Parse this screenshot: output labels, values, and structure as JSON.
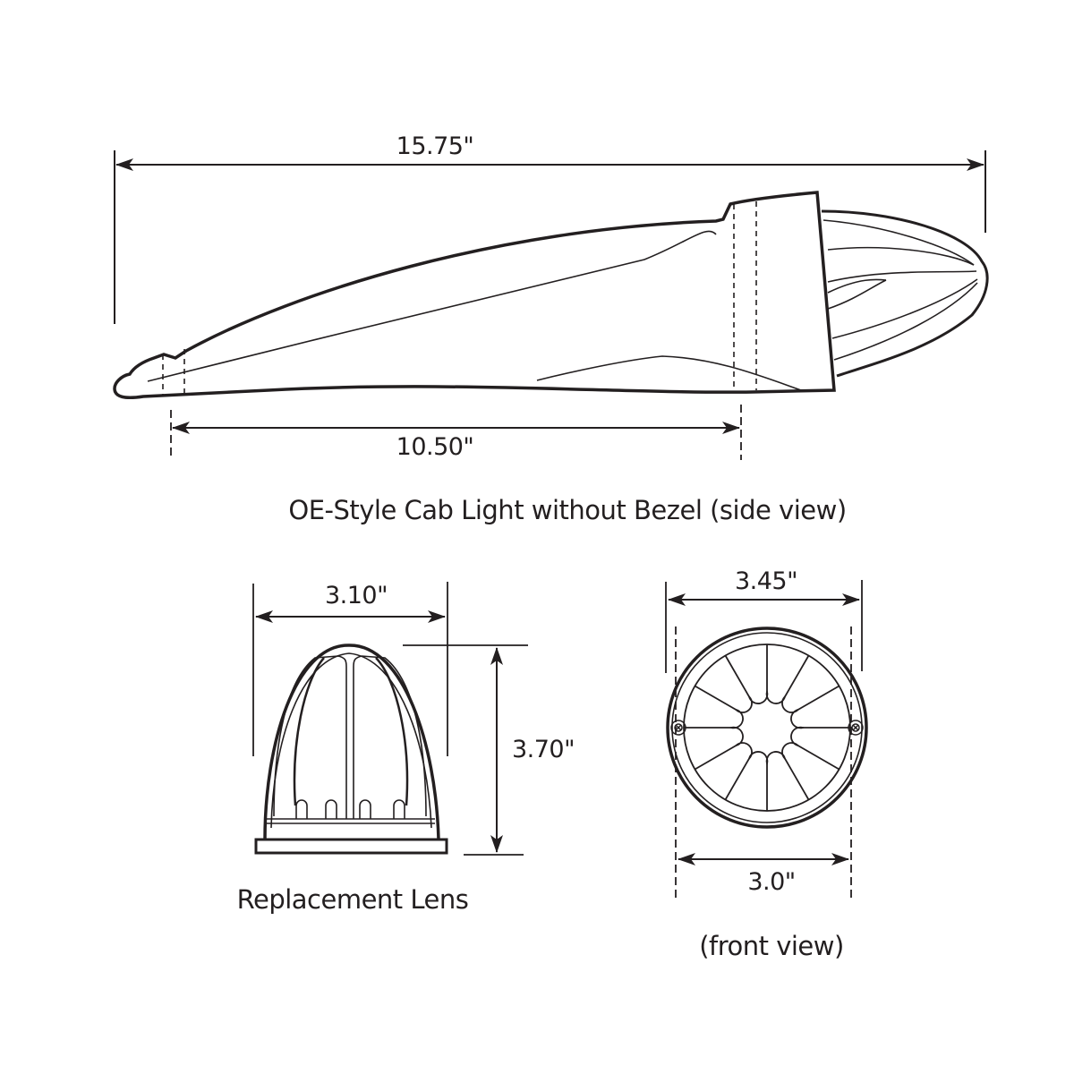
{
  "diagram": {
    "side_view": {
      "caption": "OE-Style Cab Light without Bezel (side view)",
      "dimensions": {
        "overall_length": "15.75\"",
        "body_length": "10.50\""
      }
    },
    "replacement_lens": {
      "caption": "Replacement Lens",
      "dimensions": {
        "width": "3.10\"",
        "height": "3.70\""
      }
    },
    "front_view": {
      "caption": "(front view)",
      "dimensions": {
        "outer_diameter": "3.45\"",
        "inner_diameter": "3.0\""
      },
      "spoke_count": 12,
      "screw_count": 2
    },
    "colors": {
      "line": "#231f20",
      "background": "#ffffff"
    }
  }
}
